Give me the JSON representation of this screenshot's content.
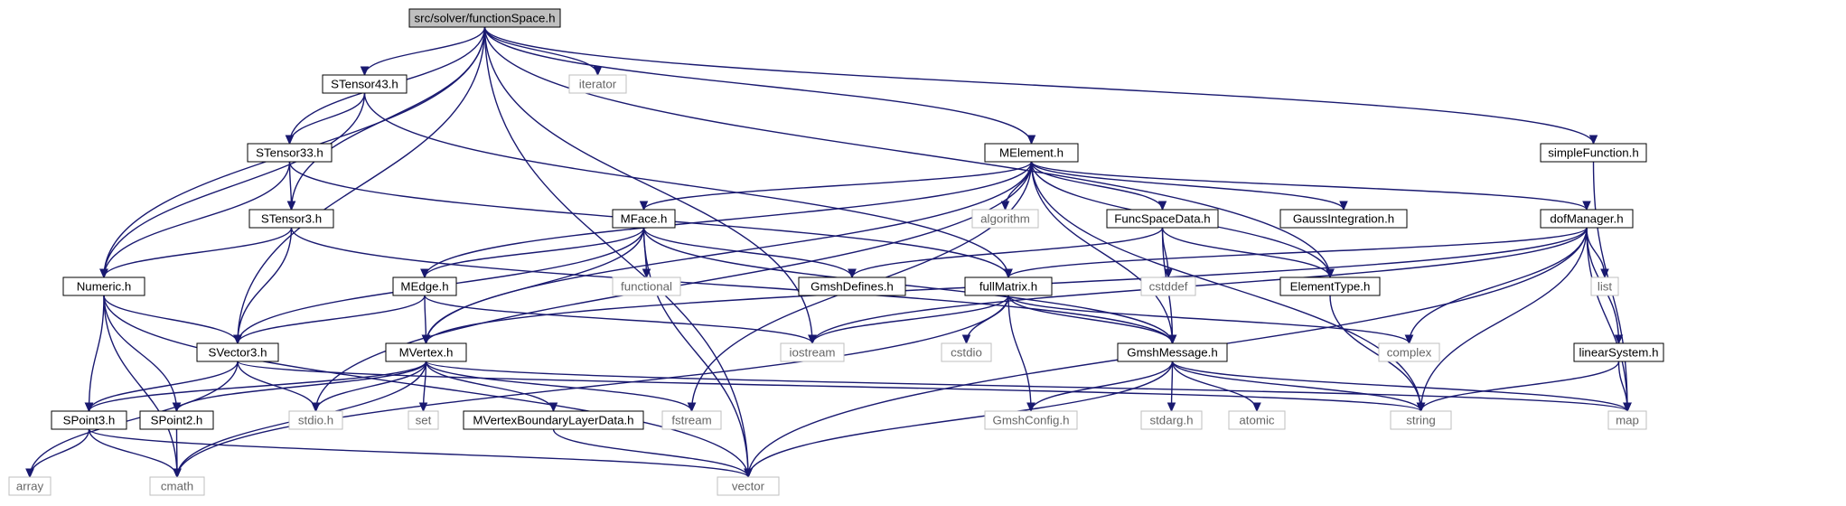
{
  "nodes": [
    {
      "id": "root",
      "label": "src/solver/functionSpace.h",
      "kind": "root"
    },
    {
      "id": "stensor43",
      "label": "STensor43.h",
      "kind": "header"
    },
    {
      "id": "iterator",
      "label": "iterator",
      "kind": "system"
    },
    {
      "id": "stensor33",
      "label": "STensor33.h",
      "kind": "header"
    },
    {
      "id": "melement",
      "label": "MElement.h",
      "kind": "header"
    },
    {
      "id": "simplefunction",
      "label": "simpleFunction.h",
      "kind": "header"
    },
    {
      "id": "stensor3",
      "label": "STensor3.h",
      "kind": "header"
    },
    {
      "id": "algorithm",
      "label": "algorithm",
      "kind": "system"
    },
    {
      "id": "funcspacedata",
      "label": "FuncSpaceData.h",
      "kind": "header"
    },
    {
      "id": "gaussintegration",
      "label": "GaussIntegration.h",
      "kind": "header"
    },
    {
      "id": "dofmanager",
      "label": "dofManager.h",
      "kind": "header"
    },
    {
      "id": "mface",
      "label": "MFace.h",
      "kind": "header"
    },
    {
      "id": "numeric",
      "label": "Numeric.h",
      "kind": "header"
    },
    {
      "id": "functional",
      "label": "functional",
      "kind": "system"
    },
    {
      "id": "gmshdefines",
      "label": "GmshDefines.h",
      "kind": "header"
    },
    {
      "id": "fullmatrix",
      "label": "fullMatrix.h",
      "kind": "header"
    },
    {
      "id": "cstddef",
      "label": "cstddef",
      "kind": "system"
    },
    {
      "id": "elementtype",
      "label": "ElementType.h",
      "kind": "header"
    },
    {
      "id": "list",
      "label": "list",
      "kind": "system"
    },
    {
      "id": "medge",
      "label": "MEdge.h",
      "kind": "header"
    },
    {
      "id": "svector3",
      "label": "SVector3.h",
      "kind": "header"
    },
    {
      "id": "mvertex",
      "label": "MVertex.h",
      "kind": "header"
    },
    {
      "id": "iostream",
      "label": "iostream",
      "kind": "system"
    },
    {
      "id": "cstdio",
      "label": "cstdio",
      "kind": "system"
    },
    {
      "id": "gmshmessage",
      "label": "GmshMessage.h",
      "kind": "header"
    },
    {
      "id": "complex",
      "label": "complex",
      "kind": "system"
    },
    {
      "id": "linearsystem",
      "label": "linearSystem.h",
      "kind": "header"
    },
    {
      "id": "set",
      "label": "set",
      "kind": "system"
    },
    {
      "id": "spoint3",
      "label": "SPoint3.h",
      "kind": "header"
    },
    {
      "id": "spoint2",
      "label": "SPoint2.h",
      "kind": "header"
    },
    {
      "id": "stdio",
      "label": "stdio.h",
      "kind": "system"
    },
    {
      "id": "mvertexboundary",
      "label": "MVertexBoundaryLayerData.h",
      "kind": "header"
    },
    {
      "id": "fstream",
      "label": "fstream",
      "kind": "system"
    },
    {
      "id": "gmshconfig",
      "label": "GmshConfig.h",
      "kind": "system"
    },
    {
      "id": "stdarg",
      "label": "stdarg.h",
      "kind": "system"
    },
    {
      "id": "atomic",
      "label": "atomic",
      "kind": "system"
    },
    {
      "id": "string",
      "label": "string",
      "kind": "system"
    },
    {
      "id": "map",
      "label": "map",
      "kind": "system"
    },
    {
      "id": "array",
      "label": "array",
      "kind": "system"
    },
    {
      "id": "cmath",
      "label": "cmath",
      "kind": "system"
    },
    {
      "id": "vector",
      "label": "vector",
      "kind": "system"
    }
  ],
  "edges": [
    [
      "root",
      "stensor43"
    ],
    [
      "root",
      "iterator"
    ],
    [
      "root",
      "stensor33"
    ],
    [
      "root",
      "melement"
    ],
    [
      "root",
      "simplefunction"
    ],
    [
      "root",
      "stensor3"
    ],
    [
      "root",
      "numeric"
    ],
    [
      "root",
      "svector3"
    ],
    [
      "root",
      "iostream"
    ],
    [
      "root",
      "elementtype"
    ],
    [
      "root",
      "vector"
    ],
    [
      "stensor43",
      "stensor33"
    ],
    [
      "stensor43",
      "numeric"
    ],
    [
      "stensor43",
      "fullmatrix"
    ],
    [
      "stensor33",
      "stensor3"
    ],
    [
      "stensor33",
      "numeric"
    ],
    [
      "stensor33",
      "fullmatrix"
    ],
    [
      "stensor3",
      "numeric"
    ],
    [
      "stensor3",
      "svector3"
    ],
    [
      "stensor3",
      "gmshmessage"
    ],
    [
      "melement",
      "algorithm"
    ],
    [
      "melement",
      "funcspacedata"
    ],
    [
      "melement",
      "gaussintegration"
    ],
    [
      "melement",
      "dofmanager"
    ],
    [
      "melement",
      "mface"
    ],
    [
      "melement",
      "medge"
    ],
    [
      "melement",
      "mvertex"
    ],
    [
      "melement",
      "stdio"
    ],
    [
      "melement",
      "fstream"
    ],
    [
      "melement",
      "gmshmessage"
    ],
    [
      "melement",
      "string"
    ],
    [
      "melement",
      "elementtype"
    ],
    [
      "simplefunction",
      "map"
    ],
    [
      "funcspacedata",
      "gmshdefines"
    ],
    [
      "funcspacedata",
      "cstddef"
    ],
    [
      "funcspacedata",
      "elementtype"
    ],
    [
      "funcspacedata",
      "gmshmessage"
    ],
    [
      "dofmanager",
      "fullmatrix"
    ],
    [
      "dofmanager",
      "list"
    ],
    [
      "dofmanager",
      "linearsystem"
    ],
    [
      "dofmanager",
      "complex"
    ],
    [
      "dofmanager",
      "iostream"
    ],
    [
      "dofmanager",
      "string"
    ],
    [
      "dofmanager",
      "map"
    ],
    [
      "dofmanager",
      "vector"
    ],
    [
      "dofmanager",
      "mvertex"
    ],
    [
      "mface",
      "medge"
    ],
    [
      "mface",
      "svector3"
    ],
    [
      "mface",
      "mvertex"
    ],
    [
      "mface",
      "functional"
    ],
    [
      "mface",
      "gmshdefines"
    ],
    [
      "mface",
      "gmshmessage"
    ],
    [
      "mface",
      "vector"
    ],
    [
      "numeric",
      "svector3"
    ],
    [
      "numeric",
      "spoint3"
    ],
    [
      "numeric",
      "spoint2"
    ],
    [
      "numeric",
      "cmath"
    ],
    [
      "numeric",
      "vector"
    ],
    [
      "fullmatrix",
      "iostream"
    ],
    [
      "fullmatrix",
      "cstdio"
    ],
    [
      "fullmatrix",
      "gmshmessage"
    ],
    [
      "fullmatrix",
      "gmshconfig"
    ],
    [
      "fullmatrix",
      "complex"
    ],
    [
      "fullmatrix",
      "cmath"
    ],
    [
      "elementtype",
      "string"
    ],
    [
      "medge",
      "svector3"
    ],
    [
      "medge",
      "mvertex"
    ],
    [
      "medge",
      "iostream"
    ],
    [
      "svector3",
      "spoint3"
    ],
    [
      "svector3",
      "stdio"
    ],
    [
      "svector3",
      "array"
    ],
    [
      "svector3",
      "string"
    ],
    [
      "mvertex",
      "set"
    ],
    [
      "mvertex",
      "spoint3"
    ],
    [
      "mvertex",
      "spoint2"
    ],
    [
      "mvertex",
      "stdio"
    ],
    [
      "mvertex",
      "mvertexboundary"
    ],
    [
      "mvertex",
      "fstream"
    ],
    [
      "mvertex",
      "cmath"
    ],
    [
      "mvertex",
      "map"
    ],
    [
      "gmshmessage",
      "gmshconfig"
    ],
    [
      "gmshmessage",
      "stdarg"
    ],
    [
      "gmshmessage",
      "atomic"
    ],
    [
      "gmshmessage",
      "string"
    ],
    [
      "gmshmessage",
      "map"
    ],
    [
      "gmshmessage",
      "vector"
    ],
    [
      "linearsystem",
      "map"
    ],
    [
      "linearsystem",
      "string"
    ],
    [
      "spoint3",
      "array"
    ],
    [
      "spoint3",
      "cmath"
    ],
    [
      "spoint3",
      "vector"
    ],
    [
      "spoint2",
      "cmath"
    ],
    [
      "mvertexboundary",
      "vector"
    ]
  ],
  "colors": {
    "edge": "#191970",
    "header_border": "#000000",
    "system_border": "#bfbfbf",
    "system_text": "#666666",
    "root_fill": "#bfbfbf",
    "text": "#000000"
  }
}
